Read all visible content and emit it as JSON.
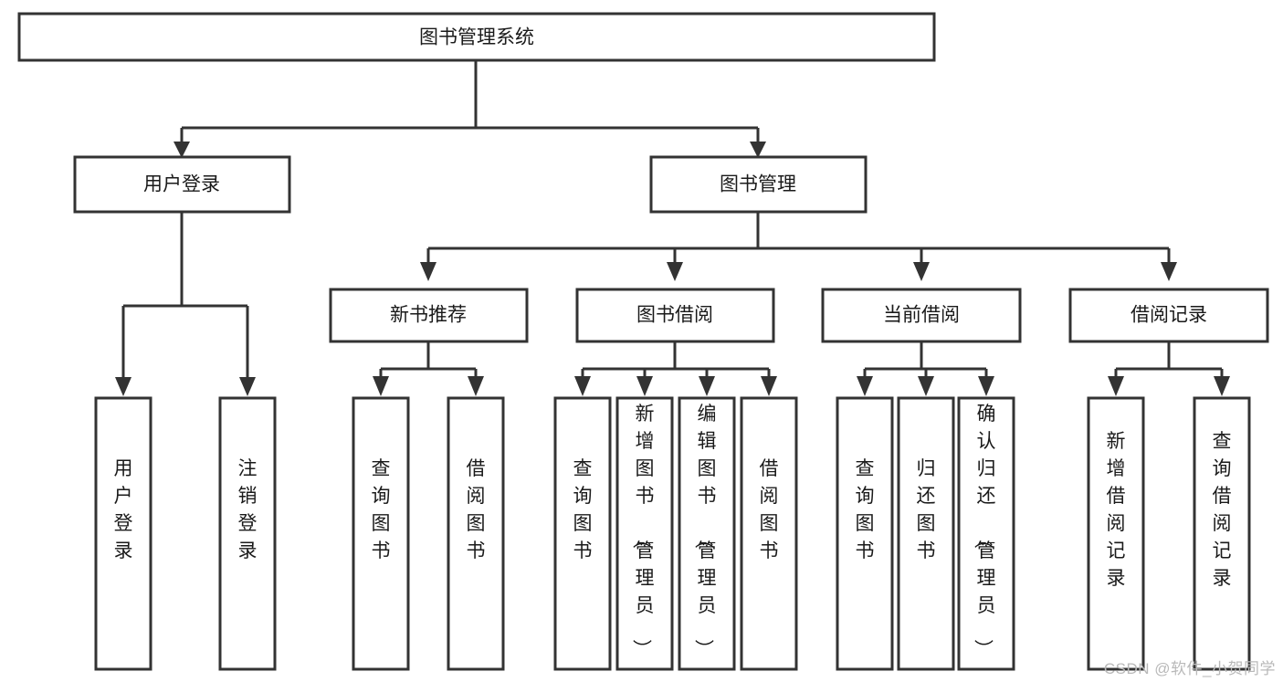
{
  "diagram": {
    "type": "tree",
    "title": "图书管理系统",
    "orientation": "top-down",
    "root": {
      "id": "root",
      "label": "图书管理系统",
      "text_orientation": "horizontal"
    },
    "level2": [
      {
        "id": "user-login",
        "label": "用户登录",
        "text_orientation": "horizontal"
      },
      {
        "id": "book-manage",
        "label": "图书管理",
        "text_orientation": "horizontal"
      }
    ],
    "level3": [
      {
        "id": "new-book-recommend",
        "label": "新书推荐",
        "parent": "book-manage",
        "text_orientation": "horizontal"
      },
      {
        "id": "book-borrow",
        "label": "图书借阅",
        "parent": "book-manage",
        "text_orientation": "horizontal"
      },
      {
        "id": "current-borrow",
        "label": "当前借阅",
        "parent": "book-manage",
        "text_orientation": "horizontal"
      },
      {
        "id": "borrow-record",
        "label": "借阅记录",
        "parent": "book-manage",
        "text_orientation": "horizontal"
      }
    ],
    "leaves": [
      {
        "id": "leaf-user-login",
        "label": "用户登录",
        "parent": "user-login",
        "text_orientation": "vertical"
      },
      {
        "id": "leaf-logout-login",
        "label": "注销登录",
        "parent": "user-login",
        "text_orientation": "vertical"
      },
      {
        "id": "leaf-query-book-1",
        "label": "查询图书",
        "parent": "new-book-recommend",
        "text_orientation": "vertical"
      },
      {
        "id": "leaf-borrow-book-1",
        "label": "借阅图书",
        "parent": "new-book-recommend",
        "text_orientation": "vertical"
      },
      {
        "id": "leaf-query-book-2",
        "label": "查询图书",
        "parent": "book-borrow",
        "text_orientation": "vertical"
      },
      {
        "id": "leaf-add-book",
        "label": "新增图书（管理员）",
        "parent": "book-borrow",
        "text_orientation": "vertical"
      },
      {
        "id": "leaf-edit-book",
        "label": "编辑图书（管理员）",
        "parent": "book-borrow",
        "text_orientation": "vertical"
      },
      {
        "id": "leaf-borrow-book-2",
        "label": "借阅图书",
        "parent": "book-borrow",
        "text_orientation": "vertical"
      },
      {
        "id": "leaf-query-book-3",
        "label": "查询图书",
        "parent": "current-borrow",
        "text_orientation": "vertical"
      },
      {
        "id": "leaf-return-book",
        "label": "归还图书",
        "parent": "current-borrow",
        "text_orientation": "vertical"
      },
      {
        "id": "leaf-confirm-return",
        "label": "确认归还（管理员）",
        "parent": "current-borrow",
        "text_orientation": "vertical"
      },
      {
        "id": "leaf-add-record",
        "label": "新增借阅记录",
        "parent": "borrow-record",
        "text_orientation": "vertical"
      },
      {
        "id": "leaf-query-record",
        "label": "查询借阅记录",
        "parent": "borrow-record",
        "text_orientation": "vertical"
      }
    ],
    "colors": {
      "box_fill": "#ffffff",
      "box_stroke": "#333333",
      "text": "#1a1a1a",
      "background": "#ffffff",
      "watermark": "#b9b9b9"
    }
  },
  "watermark": {
    "text": "CSDN @软件_小贺同学"
  }
}
